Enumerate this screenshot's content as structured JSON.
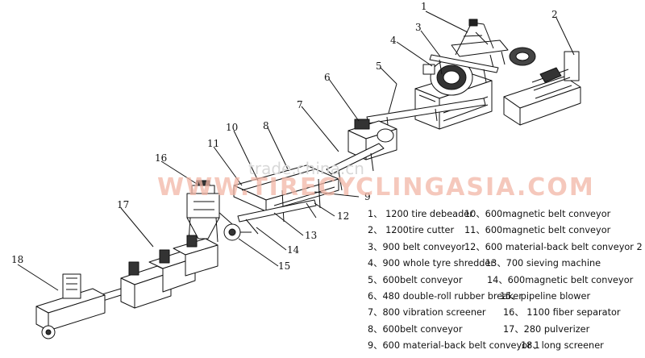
{
  "callouts": [
    "1",
    "2",
    "3",
    "4",
    "5",
    "6",
    "7",
    "8",
    "9",
    "10",
    "11",
    "12",
    "13",
    "14",
    "15",
    "16",
    "17",
    "18"
  ],
  "watermark": {
    "text": "trade.china.cn",
    "banner": "WWW.TIRECYCLINGASIA.COM"
  },
  "legend": [
    {
      "left": "1、 1200 tire debeader",
      "right": "10、600magnetic belt conveyor"
    },
    {
      "left": "2、 1200tire cutter",
      "right": "11、600magnetic belt conveyor"
    },
    {
      "left": "3、900 belt conveyor",
      "right": "12、600 material-back belt conveyor 2"
    },
    {
      "left": "4、900 whole tyre shredder",
      "right": "13、700 sieving machine"
    },
    {
      "left": "5、600belt conveyor",
      "right": "14、600magnetic belt conveyor"
    },
    {
      "left": "6、480 double-roll rubber breaker",
      "right": "15、pipeline blower"
    },
    {
      "left": "7、800 vibration screener",
      "right": "16、 1100 fiber separator"
    },
    {
      "left": "8、600belt conveyor",
      "right": "17、280  pulverizer"
    },
    {
      "left": "9、600 material-back belt conveyor 1",
      "right": "18、long screener"
    }
  ],
  "colors": {
    "ink": "#111111",
    "watermark_banner": "#f2b6a6",
    "watermark_text": "#d8d8d8"
  }
}
